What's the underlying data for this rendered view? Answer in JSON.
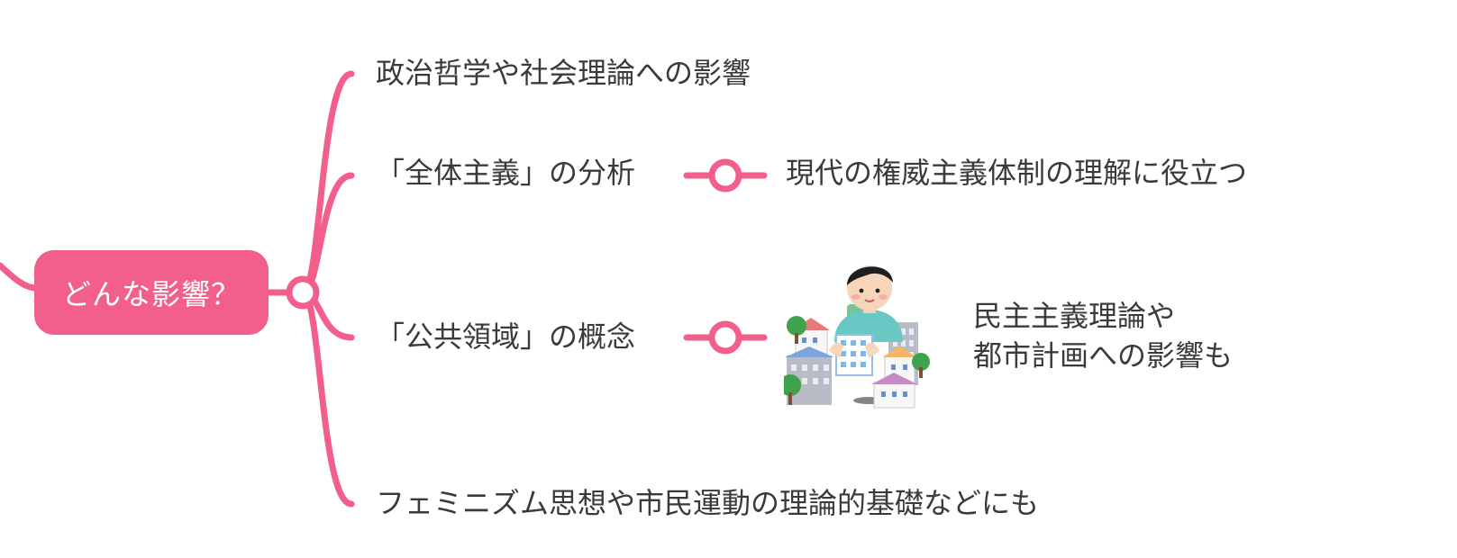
{
  "colors": {
    "accent": "#f25f8b",
    "text": "#3a3a3a",
    "background": "#ffffff"
  },
  "root": {
    "label": "どんな影響？"
  },
  "branches": [
    {
      "label": "政治哲学や社会理論への影響"
    },
    {
      "label": "「全体主義」の分析",
      "child": {
        "label": "現代の権威主義体制の理解に役立つ"
      }
    },
    {
      "label": "「公共領域」の概念",
      "child": {
        "lines": [
          "民主主義理論や",
          "都市計画への影響も"
        ],
        "illustration": "city-planning-man-illustration"
      }
    },
    {
      "label": "フェミニズム思想や市民運動の理論的基礎などにも"
    }
  ]
}
